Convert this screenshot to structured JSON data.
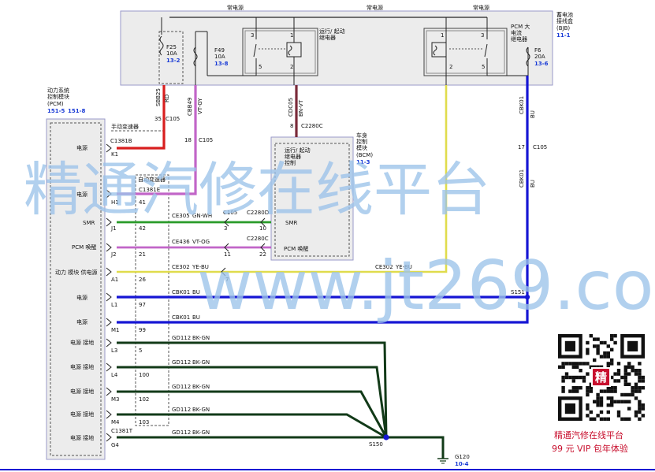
{
  "diagram": {
    "top_labels": [
      "常电源",
      "常电源",
      "常电源"
    ],
    "bjb": {
      "name_lines": [
        "蓄电池",
        "接线盒",
        "(BJB)"
      ],
      "ref": "11-1"
    },
    "fuses": [
      {
        "id": "F25",
        "rating": "10A",
        "ref": "13-2"
      },
      {
        "id": "F49",
        "rating": "10A",
        "ref": "13-8"
      },
      {
        "id": "F6",
        "rating": "20A",
        "ref": "13-6"
      }
    ],
    "relay1": {
      "label_lines": [
        "运行/ 起动",
        "继电器"
      ],
      "pins": [
        "3",
        "1",
        "5",
        "2"
      ]
    },
    "relay2": {
      "label_lines": [
        "PCM 大",
        "电流",
        "继电器"
      ],
      "pins": [
        "1",
        "3",
        "2",
        "5"
      ]
    },
    "pcm": {
      "name_lines": [
        "动力系统",
        "控制模块",
        "(PCM)"
      ],
      "refs": [
        "151-5",
        "151-8"
      ]
    },
    "bcm": {
      "name_lines": [
        "车身",
        "控制",
        "模块",
        "(BCM)"
      ],
      "ref": "11-3",
      "relay_lines": [
        "运行/ 起动",
        "继电器",
        "控制"
      ],
      "smr": "SMR",
      "pcm_wake": "PCM 唤醒"
    },
    "trans_label": "手动变速器",
    "auto_trans_label": "自动变速器",
    "wires": [
      {
        "circuit": "SBB25",
        "color": "RD",
        "pin": "35",
        "conn": "C105"
      },
      {
        "circuit": "CBB49",
        "color": "VT-GY",
        "pin": "18",
        "conn": "C105"
      },
      {
        "circuit": "CDC05",
        "color": "BN-VT",
        "pin": "8",
        "conn": "C2280C"
      },
      {
        "circuit": "CBK01",
        "color": "BU",
        "pin": "17",
        "conn": "C105"
      }
    ],
    "pcm_rows": [
      {
        "label": "电源",
        "pin": "K1",
        "conn": "C1381B"
      },
      {
        "label": "电源",
        "pin": "H1",
        "num": "41",
        "conn": "C1381E"
      },
      {
        "label": "SMR",
        "pin": "J1",
        "num": "42",
        "circuit": "CE305",
        "color": "GN-WH",
        "conn": "C105",
        "conn2": "C2280D",
        "p1": "3",
        "p2": "10"
      },
      {
        "label": "PCM 唤醒",
        "pin": "J2",
        "num": "21",
        "circuit": "CE436",
        "color": "VT-OG",
        "conn2": "C2280C",
        "p1": "11",
        "p2": "22"
      },
      {
        "label": "动力 模块 供电源",
        "pin": "A1",
        "num": "26",
        "circuit": "CE302",
        "color": "YE-BU",
        "p1": "7",
        "circuit2": "CE302",
        "color2": "YE-BU"
      },
      {
        "label": "电源",
        "pin": "L1",
        "num": "97",
        "circuit": "CBK01",
        "color": "BU"
      },
      {
        "label": "电源",
        "pin": "M1",
        "num": "99",
        "circuit": "CBK01",
        "color": "BU"
      },
      {
        "label": "电源 接地",
        "pin": "L3",
        "num": "5",
        "circuit": "GD112",
        "color": "BK-GN"
      },
      {
        "label": "电源 接地",
        "pin": "L4",
        "num": "100",
        "circuit": "GD112",
        "color": "BK-GN"
      },
      {
        "label": "电源 接地",
        "pin": "M3",
        "num": "102",
        "circuit": "GD112",
        "color": "BK-GN"
      },
      {
        "label": "电源 接地",
        "pin": "M4",
        "num": "103",
        "circuit": "GD112",
        "color": "BK-GN"
      },
      {
        "label": "电源 接地",
        "pin": "G4",
        "conn": "C1381T",
        "circuit": "GD112",
        "color": "BK-GN"
      }
    ],
    "splices": {
      "s151": "S151",
      "s150": "S150"
    },
    "ground": {
      "id": "G120",
      "ref": "10-4"
    },
    "cbk01_bcm": {
      "circuit": "CBK01",
      "color": "BU"
    }
  },
  "watermark": {
    "line1": "精通汽修在线平台",
    "line2": "www.jt269.com"
  },
  "qr": {
    "center_char": "精"
  },
  "ad": {
    "line1": "精通汽修在线平台",
    "line2": "99 元 VIP 包年体验"
  },
  "colors": {
    "red": "#d81e1e",
    "violet": "#c266c8",
    "brown": "#7a2a3a",
    "blue": "#1616d4",
    "green": "#2a9b2a",
    "yellow": "#e0dc4c",
    "black_green": "#123a18"
  }
}
